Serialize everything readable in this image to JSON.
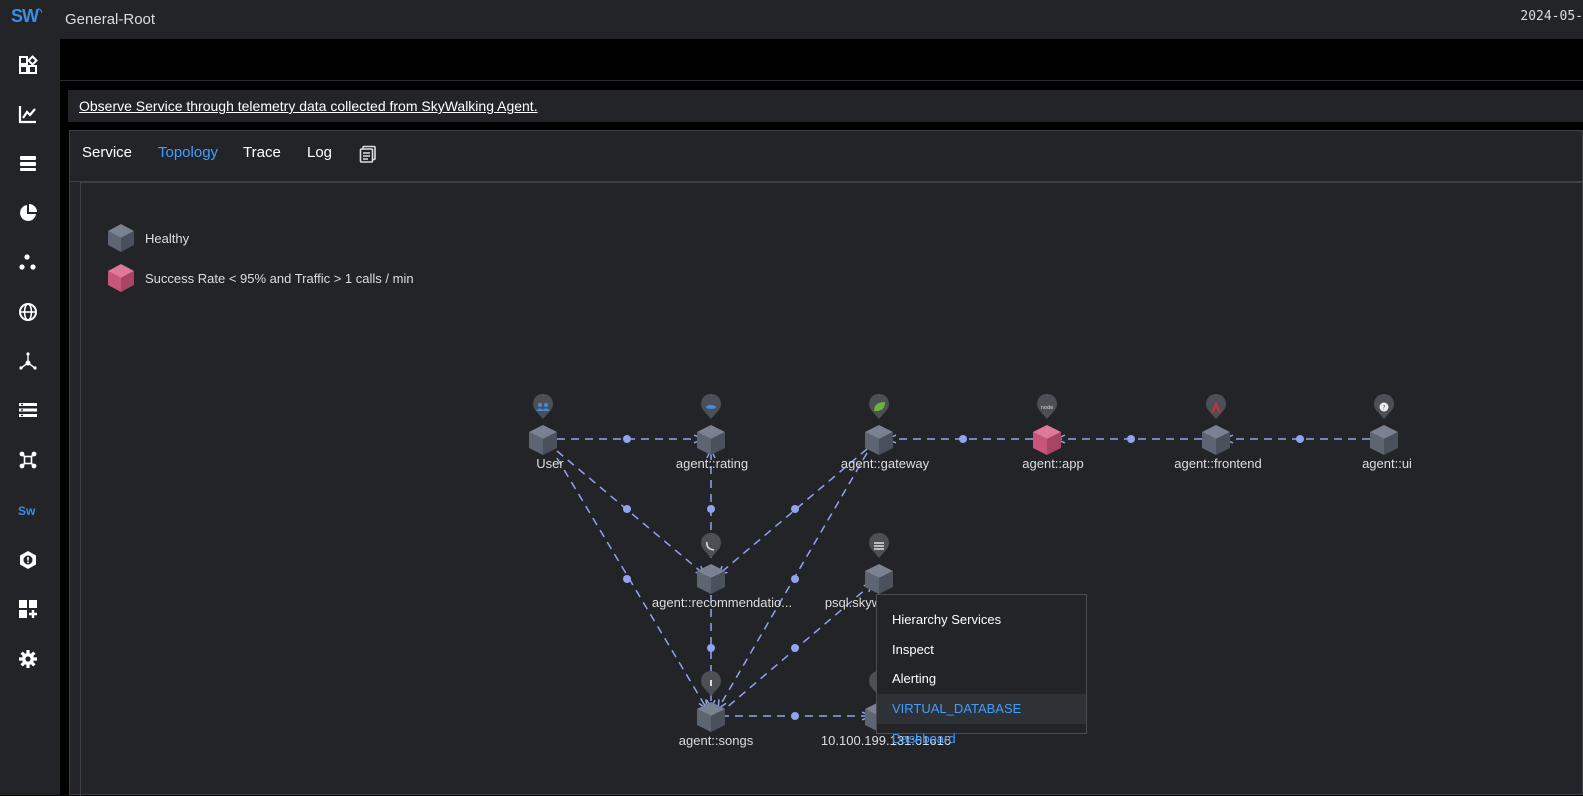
{
  "app": {
    "logo": "SW",
    "title": "General-Root",
    "time": "2024-05-"
  },
  "sidebar": {
    "icons": [
      "dashboard-icon",
      "chart-icon",
      "database-icon",
      "pie-chart-icon",
      "cluster-icon",
      "globe-icon",
      "mesh-icon",
      "list-icon",
      "topology-icon",
      "skywalking-icon",
      "alert-icon",
      "add-widget-icon",
      "settings-icon"
    ]
  },
  "description": {
    "link_text": "Observe Service through telemetry data collected from SkyWalking Agent."
  },
  "tabs": [
    {
      "label": "Service"
    },
    {
      "label": "Topology"
    },
    {
      "label": "Trace"
    },
    {
      "label": "Log"
    }
  ],
  "active_tab": "Topology",
  "legend": {
    "healthy": "Healthy",
    "unhealthy": "Success Rate < 95% and Traffic > 1 calls / min"
  },
  "colors": {
    "healthy": "#5d6472",
    "unhealthy": "#c9567a",
    "edge": "#8fa4ee",
    "accent": "#409eff"
  },
  "nodes": [
    {
      "label": "User",
      "icon": "users-icon"
    },
    {
      "label": "agent::rating",
      "icon": "service-icon"
    },
    {
      "label": "agent::gateway",
      "icon": "spring-icon"
    },
    {
      "label": "agent::app",
      "icon": "nodejs-icon"
    },
    {
      "label": "agent::frontend",
      "icon": "angular-icon"
    },
    {
      "label": "agent::ui",
      "icon": "browser-icon"
    },
    {
      "label": "agent::recommendatio...",
      "icon": "phone-icon"
    },
    {
      "label": "psql.skyw",
      "icon": "database-icon"
    },
    {
      "label": "agent::songs",
      "icon": "service-icon"
    },
    {
      "label": "10.100.199.131:61616",
      "icon": "queue-icon"
    }
  ],
  "context_menu": {
    "items": [
      {
        "label": "Hierarchy Services"
      },
      {
        "label": "Inspect"
      },
      {
        "label": "Alerting"
      },
      {
        "label": "VIRTUAL_DATABASE Dashboard"
      }
    ]
  }
}
